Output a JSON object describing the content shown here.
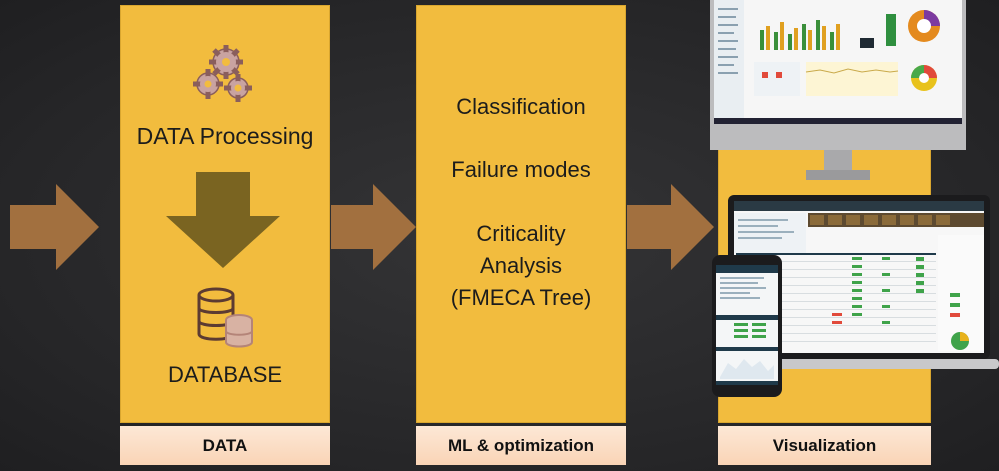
{
  "columns": [
    {
      "id": "data",
      "footer": "DATA",
      "top_label": "DATA Processing",
      "bottom_label": "DATABASE"
    },
    {
      "id": "ml",
      "footer": "ML & optimization",
      "items": [
        "Classification",
        "Failure modes",
        "Criticality\nAnalysis\n(FMECA Tree)"
      ]
    },
    {
      "id": "viz",
      "footer": "Visualization"
    }
  ],
  "icons": [
    "gears-icon",
    "down-arrow-icon",
    "database-icon",
    "flow-arrow-icon"
  ],
  "colors": {
    "panel": "#f2bc3e",
    "footer": "#fbdcc0",
    "arrow": "#a2703f",
    "background": "#2b2b2d"
  }
}
